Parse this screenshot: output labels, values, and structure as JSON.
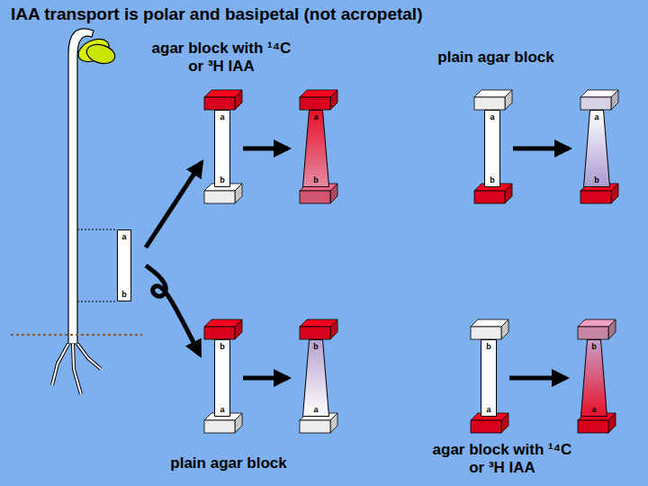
{
  "diagram": {
    "title": "IAA transport is polar and basipetal (not acropetal)",
    "nodes": [
      {
        "text": [
          "a",
          "b"
        ]
      },
      {
        "text": [
          "a",
          "b"
        ]
      },
      {
        "text": [
          "a",
          "b"
        ]
      },
      {
        "text": [
          "a",
          "b"
        ]
      },
      {
        "text": [
          "a",
          "b"
        ]
      },
      {
        "text": [
          "b",
          "a"
        ]
      },
      {
        "text": [
          "b",
          "a"
        ]
      },
      {
        "text": [
          "b",
          "a"
        ]
      },
      {
        "text": [
          "b",
          "a"
        ]
      }
    ],
    "edges": [
      {
        "from": 0,
        "to": 1,
        "arrow": "to"
      },
      {
        "from": 0,
        "to": 5,
        "arrow": "to"
      },
      {
        "from": 1,
        "to": 2,
        "arrow": "to"
      },
      {
        "from": 3,
        "to": 4,
        "arrow": "to"
      },
      {
        "from": 5,
        "to": 6,
        "arrow": "to"
      },
      {
        "from": 7,
        "to": 8,
        "arrow": "to"
      }
    ],
    "labels": [
      "agar block with ¹⁴C or ³H IAA",
      "plain agar block",
      "plain agar block",
      "agar block with ¹⁴C or ³H IAA"
    ]
  }
}
